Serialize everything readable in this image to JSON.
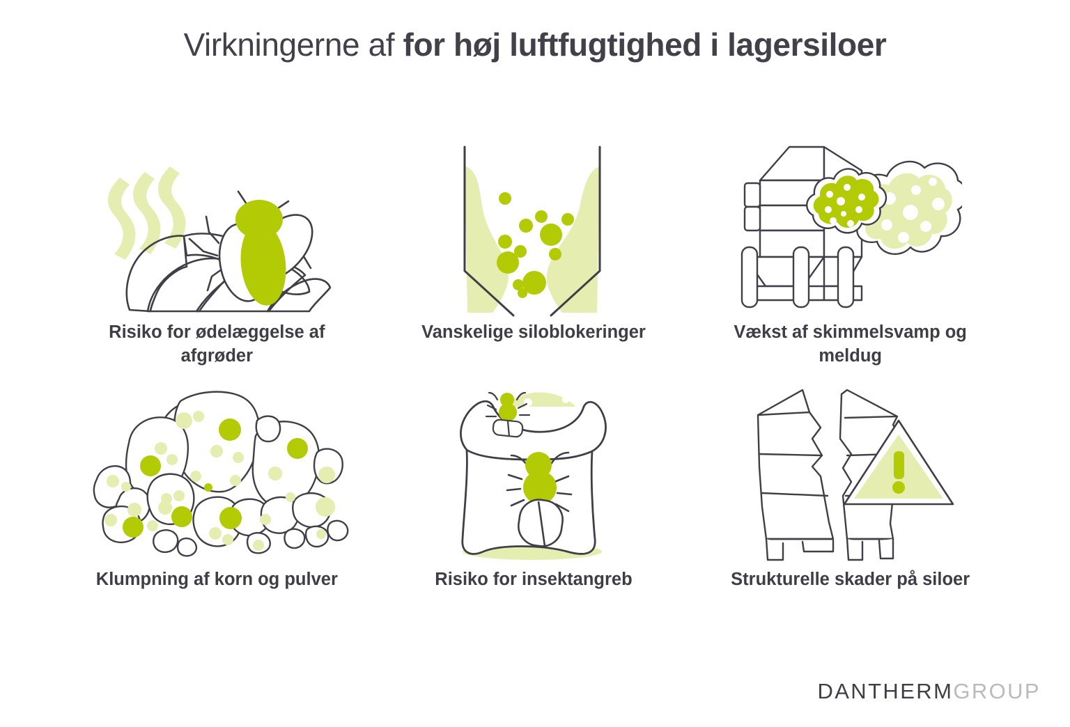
{
  "title": {
    "light_part": "Virkningerne af ",
    "bold_part": "for høj luftfugtighed i lagersiloer"
  },
  "colors": {
    "accent_green": "#b2cb05",
    "pale_green": "#e6edb0",
    "outline": "#3f3f47",
    "text": "#3e3e46",
    "logo_light": "#b9babe",
    "card_background": "#ffffff",
    "page_background": "#ffffff"
  },
  "items": [
    {
      "icon": "fly-on-crops-icon",
      "caption": "Risiko for ødelæggelse af afgrøder"
    },
    {
      "icon": "silo-hopper-blockage-icon",
      "caption": "Vanskelige siloblokeringer"
    },
    {
      "icon": "silo-mould-cloud-icon",
      "caption": "Vækst af skimmelsvamp og meldug"
    },
    {
      "icon": "clumped-grain-pile-icon",
      "caption": "Klumpning af korn og pulver"
    },
    {
      "icon": "sack-with-beetles-icon",
      "caption": "Risiko for insektangreb"
    },
    {
      "icon": "cracked-silo-warning-icon",
      "caption": "Strukturelle skader på siloer"
    }
  ],
  "logo": {
    "primary": "DANTHERM",
    "secondary": "GROUP"
  }
}
